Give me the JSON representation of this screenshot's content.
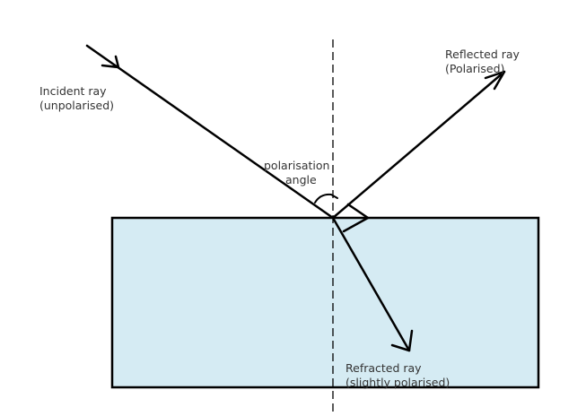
{
  "labels": {
    "incident": [
      "Incident ray",
      "(unpolarised)"
    ],
    "reflected": [
      "Reflected ray",
      "(Polarised)"
    ],
    "angle": [
      "polarisation",
      "angle"
    ],
    "refracted": [
      "Refracted ray",
      "(slightly polarised)"
    ]
  },
  "colors": {
    "medium_fill": "#d5ebf3",
    "stroke": "#000000",
    "text": "#333333",
    "background": "#ffffff"
  }
}
